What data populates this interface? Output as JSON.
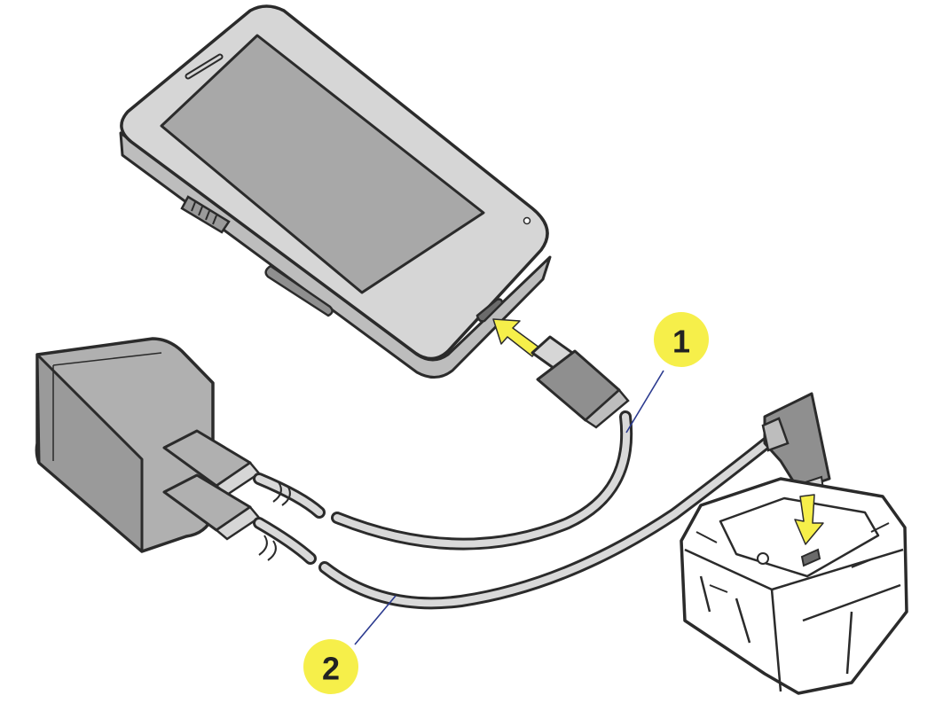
{
  "callouts": [
    {
      "label": "1",
      "target": "usb-c-cable-to-device"
    },
    {
      "label": "2",
      "target": "cable-to-charging-cradle"
    }
  ],
  "colors": {
    "outline": "#2b2b2b",
    "device_body": "#d6d6d6",
    "device_side": "#bdbdbd",
    "screen": "#a8a8a8",
    "adapter_front": "#b0b0b0",
    "adapter_side": "#9a9a9a",
    "cable": "#d9d9d9",
    "connector": "#8f8f8f",
    "cradle": "#ffffff",
    "arrow": "#f6ef4a",
    "callout_fill": "#f6ef4a",
    "leader_line": "#2b3a8f"
  },
  "icons": [
    "arrow-right-icon",
    "arrow-down-icon"
  ]
}
